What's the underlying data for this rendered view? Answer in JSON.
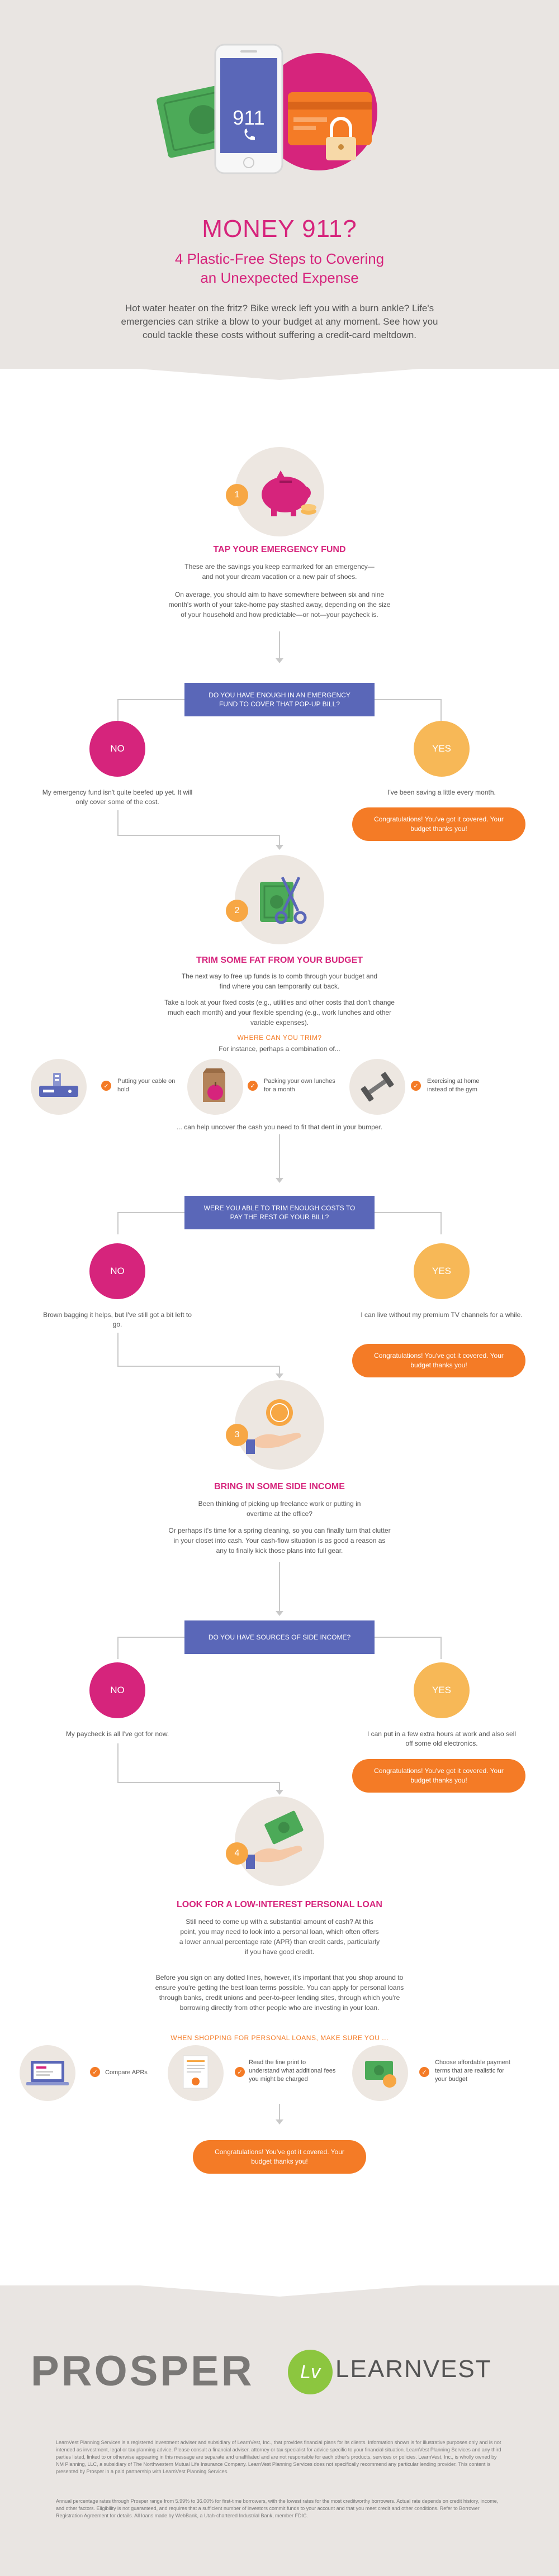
{
  "header": {
    "phone_screen_text": "911",
    "title": "MONEY 911?",
    "subtitle_line1": "4 Plastic-Free Steps to Covering",
    "subtitle_line2": "an Unexpected Expense",
    "intro": "Hot water heater on the fritz? Bike wreck left you with a burn ankle? Life's emergencies can strike a blow to your budget at any moment. See how you could tackle these costs without suffering a credit-card meltdown."
  },
  "step1": {
    "number": "1",
    "title": "TAP YOUR EMERGENCY FUND",
    "para1": "These are the savings you keep earmarked for an emergency— and not your dream vacation or a new pair of shoes.",
    "para2": "On average, you should aim to have somewhere between six and nine month's worth of your take-home pay stashed away, depending on the size of your household and how predictable—or not—your paycheck is.",
    "question": "DO YOU HAVE ENOUGH IN AN EMERGENCY FUND TO COVER THAT POP-UP BILL?",
    "no_label": "NO",
    "yes_label": "YES",
    "no_answer": "My emergency fund isn't quite beefed up yet. It will only cover some of the cost.",
    "yes_answer": "I've been saving a little every month.",
    "congrats": "Congratulations! You've got it covered. Your budget thanks you!"
  },
  "step2": {
    "number": "2",
    "title": "TRIM SOME FAT FROM YOUR BUDGET",
    "para1": "The next way to free up funds is to comb through your budget and find where you can temporarily cut back.",
    "para2": "Take a look at your fixed costs (e.g., utilities and other costs that don't change much each month) and your flexible spending (e.g., work lunches and other variable expenses).",
    "where_head": "WHERE CAN YOU TRIM?",
    "where_sub": "For instance, perhaps a combination of...",
    "tips": [
      "Putting your cable on hold",
      "Packing your own lunches for a month",
      "Exercising at home instead of the gym"
    ],
    "tips_footer": "... can help uncover the cash you need to fit that dent in your bumper.",
    "question": "WERE YOU ABLE TO TRIM ENOUGH COSTS TO PAY THE REST OF YOUR BILL?",
    "no_label": "NO",
    "yes_label": "YES",
    "no_answer": "Brown bagging it helps, but I've still got a bit left to go.",
    "yes_answer": "I can live without my premium TV channels for a while.",
    "congrats": "Congratulations! You've got it covered. Your budget thanks you!"
  },
  "step3": {
    "number": "3",
    "title": "BRING IN SOME SIDE INCOME",
    "para1": "Been thinking of picking up freelance work or putting in overtime at the office?",
    "para2": "Or perhaps it's time for a spring cleaning, so you can finally turn that clutter in your closet into cash. Your cash-flow situation is as good a reason as any to finally kick those plans into full gear.",
    "question": "DO YOU HAVE SOURCES OF SIDE INCOME?",
    "no_label": "NO",
    "yes_label": "YES",
    "no_answer": "My paycheck is all I've got for now.",
    "yes_answer": "I can put in a few extra hours at work and also sell off some old electronics.",
    "congrats": "Congratulations! You've got it covered. Your budget thanks you!"
  },
  "step4": {
    "number": "4",
    "title": "LOOK FOR A LOW-INTEREST PERSONAL LOAN",
    "para1": "Still need to come up with a substantial amount of cash? At this point, you may need to look into a personal loan, which often offers a lower annual percentage rate (APR) than credit cards, particularly if you have good credit.",
    "para2": "Before you sign on any dotted lines, however, it's important that you shop around to ensure you're getting the best loan terms possible. You can apply for personal loans through banks, credit unions and peer-to-peer lending sites, through which you're borrowing directly from other people who are investing in your loan.",
    "shop_head": "WHEN SHOPPING FOR PERSONAL LOANS, MAKE SURE YOU ...",
    "tips": [
      "Compare APRs",
      "Read the fine print to understand what additional fees you might be charged",
      "Choose affordable payment terms that are realistic for your budget"
    ],
    "congrats": "Congratulations! You've got it covered. Your budget thanks you!"
  },
  "footer": {
    "logo_prosper": "PROSPER",
    "logo_lv_mark": "Lv",
    "logo_learnvest": "LEARNVEST",
    "legal1": "LearnVest Planning Services is a registered investment adviser and subsidiary of LearnVest, Inc., that provides financial plans for its clients. Information shown is for illustrative purposes only and is not intended as investment, legal or tax planning advice. Please consult a financial adviser, attorney or tax specialist for advice specific to your financial situation. LearnVest Planning Services and any third parties listed, linked to or otherwise appearing in this message are separate and unaffiliated and are not responsible for each other's products, services or policies. LearnVest, Inc., is wholly owned by NM Planning, LLC, a subsidiary of The Northwestern Mutual Life Insurance Company. LearnVest Planning Services does not specifically recommend any particular lending provider. This content is presented by Prosper in a paid partnership with LearnVest Planning Services.",
    "legal2": "Annual percentage rates through Prosper range from 5.99% to 36.00% for first-time borrowers, with the lowest rates for the most creditworthy borrowers. Actual rate depends on credit history, income, and other factors. Eligibility is not guaranteed, and requires that a sufficient number of investors commit funds to your account and that you meet credit and other conditions. Refer to Borrower Registration Agreement for details. All loans made by WebBank, a Utah-chartered Industrial Bank, member FDIC."
  },
  "colors": {
    "magenta": "#d6247c",
    "orange": "#f47b26",
    "yellow": "#f7b857",
    "indigo": "#5a67b8",
    "beige": "#e9e5e2"
  }
}
